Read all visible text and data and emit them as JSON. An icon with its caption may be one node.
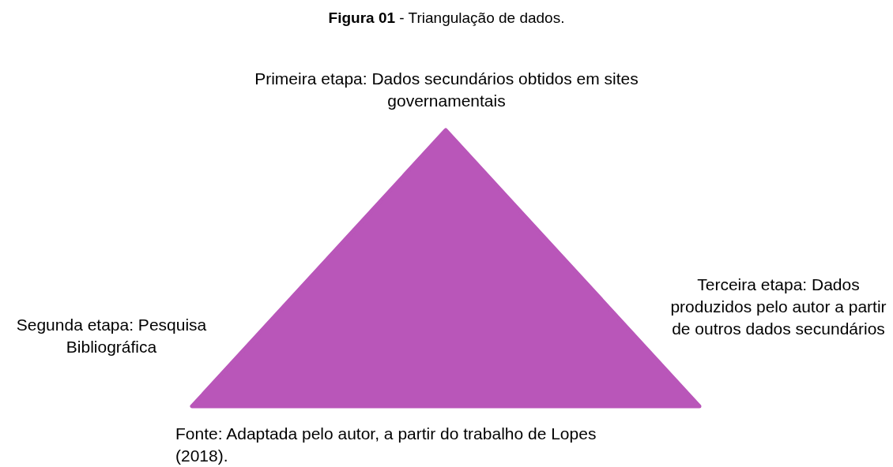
{
  "diagram": {
    "title": "**Figura 01** - Triangulação de dados.",
    "caption": "Fonte: Adaptada pelo autor, a partir do trabalho de Lopes (2018).",
    "nodes": [
      {
        "text": [],
        "shape": "triangle"
      }
    ],
    "labels": [
      "Primeira etapa: Dados secundários obtidos em sites governamentais",
      "Segunda etapa: Pesquisa Bibliográfica",
      "Terceira etapa: Dados produzidos pelo autor a partir de outros dados secundários"
    ]
  }
}
